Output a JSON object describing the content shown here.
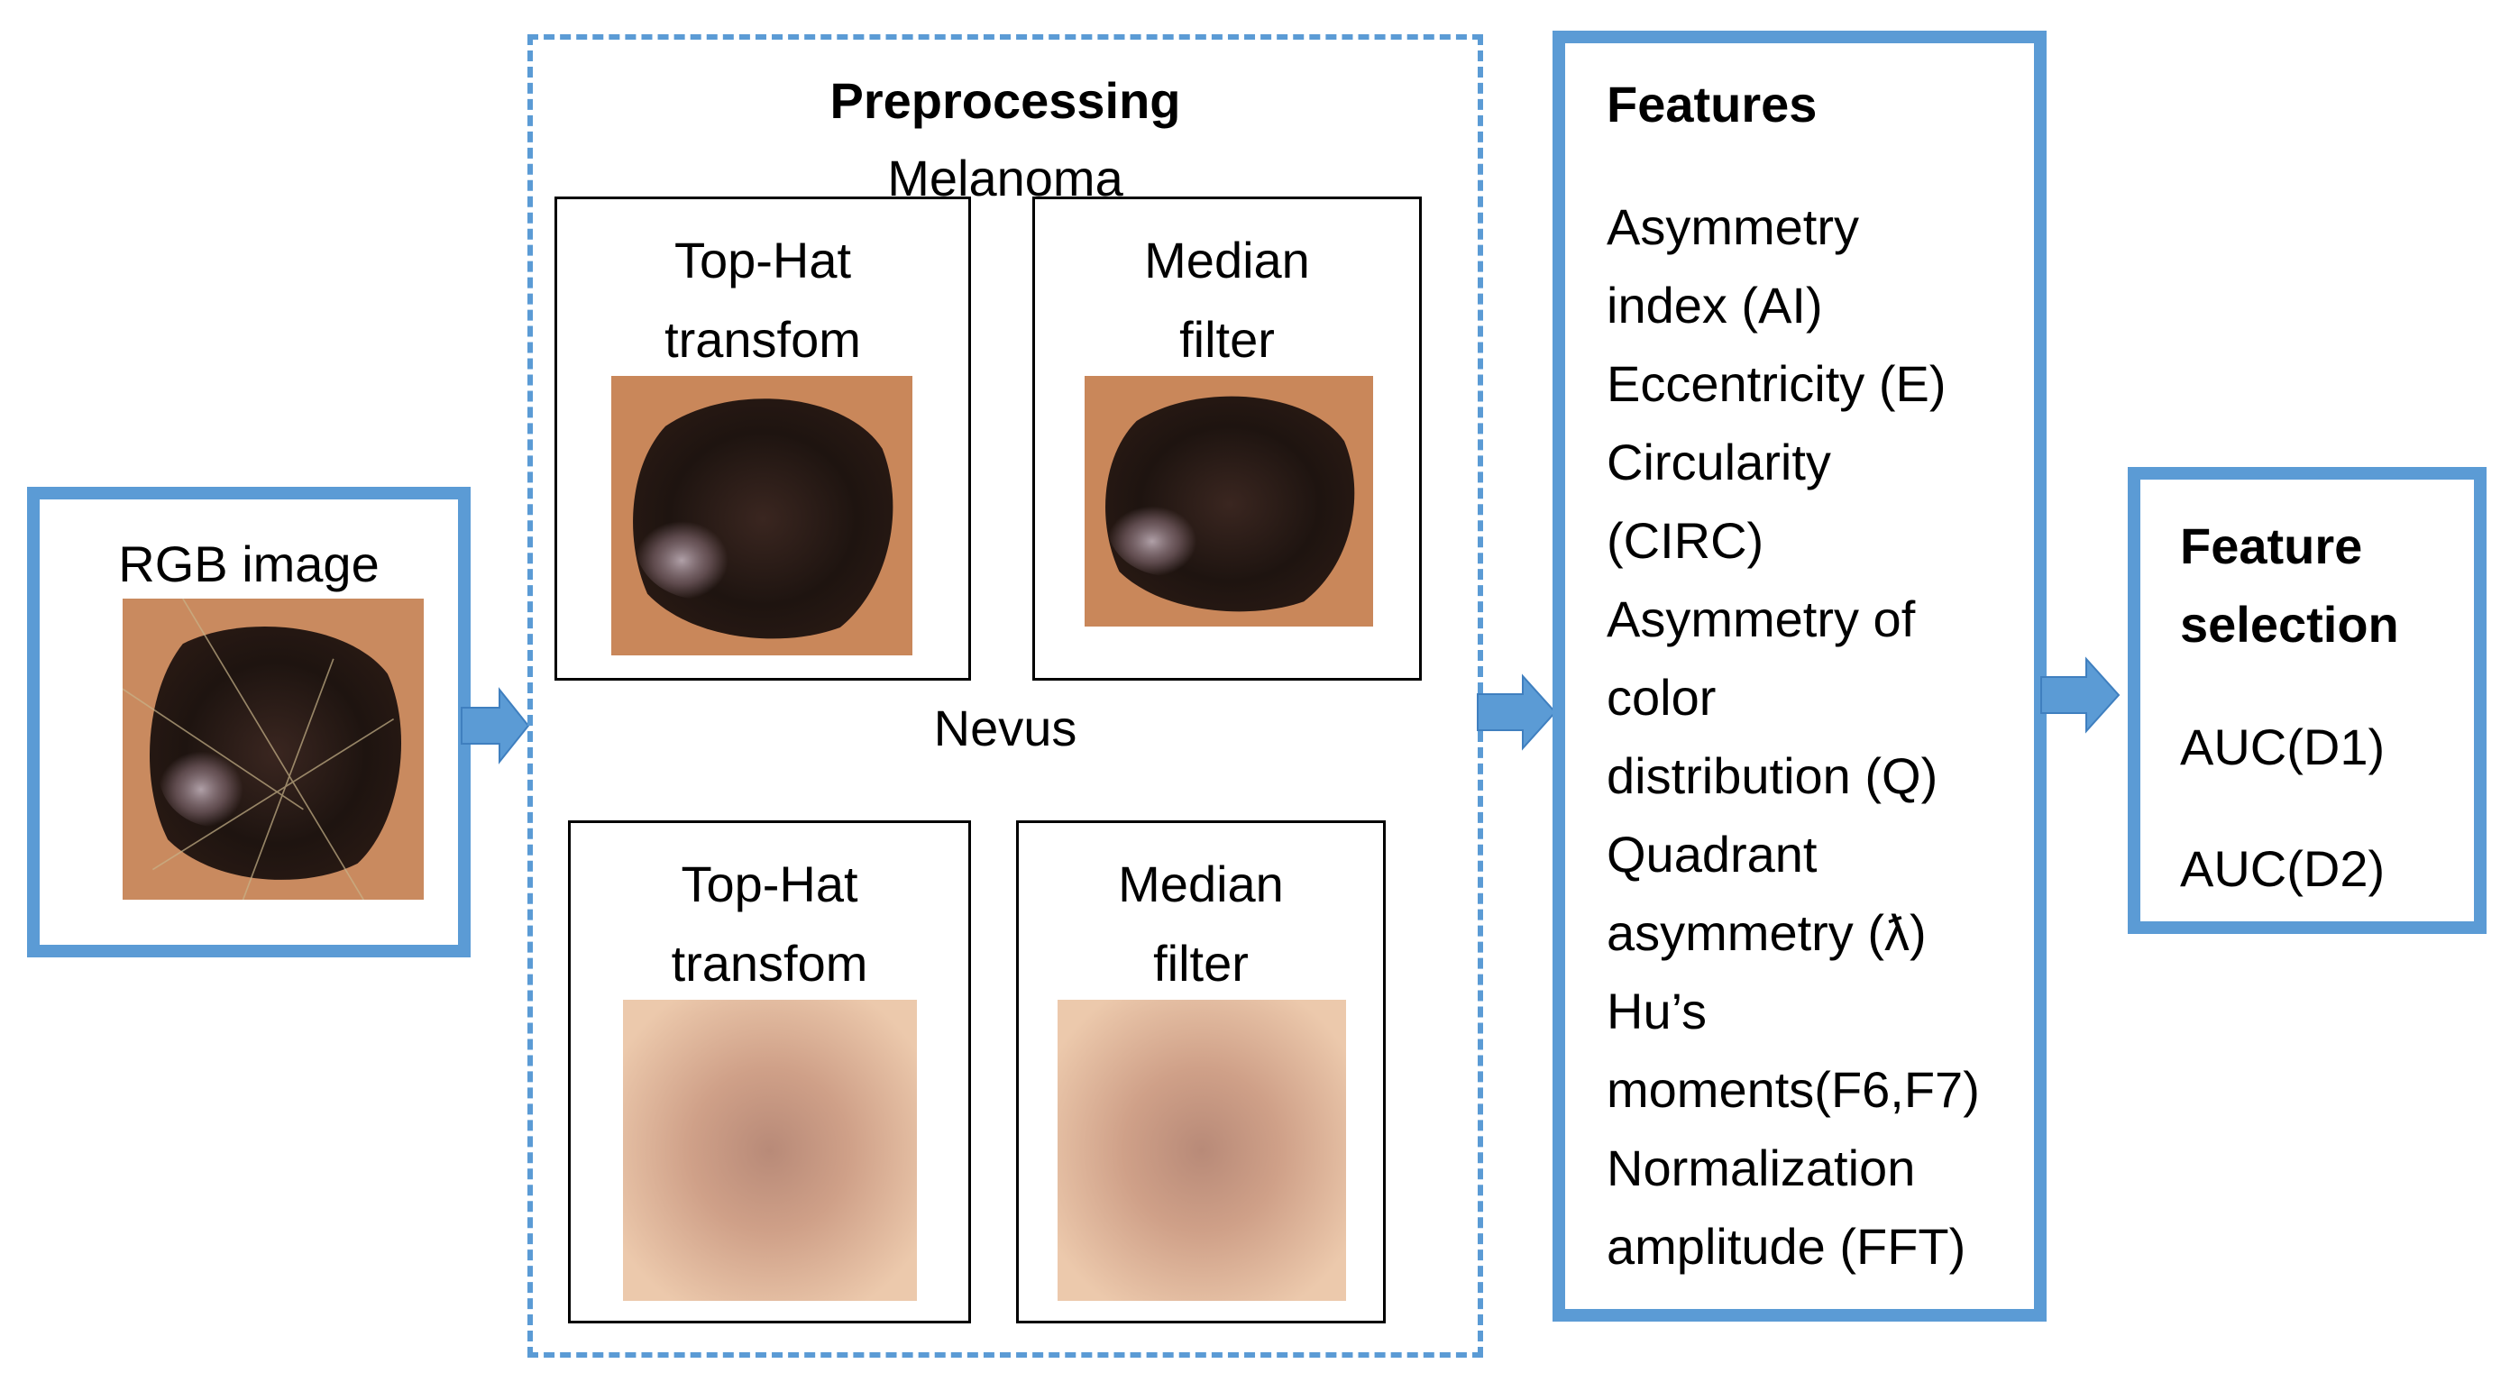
{
  "rgb_box": {
    "title": "RGB image"
  },
  "preprocessing": {
    "title": "Preprocessing",
    "melanoma_label": "Melanoma",
    "nevus_label": "Nevus",
    "melanoma_tophat": {
      "line1": "Top-Hat",
      "line2": "transfom"
    },
    "melanoma_median": {
      "line1": "Median",
      "line2": "filter"
    },
    "nevus_tophat": {
      "line1": "Top-Hat",
      "line2": "transfom"
    },
    "nevus_median": {
      "line1": "Median",
      "line2": "filter"
    }
  },
  "features": {
    "title": "Features",
    "lines": [
      "Asymmetry",
      "index (AI)",
      "Eccentricity (E)",
      "Circularity",
      "(CIRC)",
      "Asymmetry of",
      "color",
      "distribution (Q)",
      "Quadrant",
      "asymmetry (ƛ)",
      "Hu’s",
      "moments(F6,F7)",
      "Normalization",
      "amplitude (FFT)"
    ]
  },
  "feature_selection": {
    "title_line1": "Feature",
    "title_line2": "selection",
    "items": [
      "AUC(D1)",
      "AUC(D2)"
    ]
  },
  "colors": {
    "accent_blue": "#5b9bd5",
    "melanoma_skin": "#c98a5f",
    "melanoma_lesion": "#2a1a14",
    "nevus_skin": "#e8c4a6",
    "nevus_center": "#c09078"
  },
  "icons": [
    "right-arrow-icon",
    "right-arrow-icon",
    "right-arrow-icon"
  ]
}
